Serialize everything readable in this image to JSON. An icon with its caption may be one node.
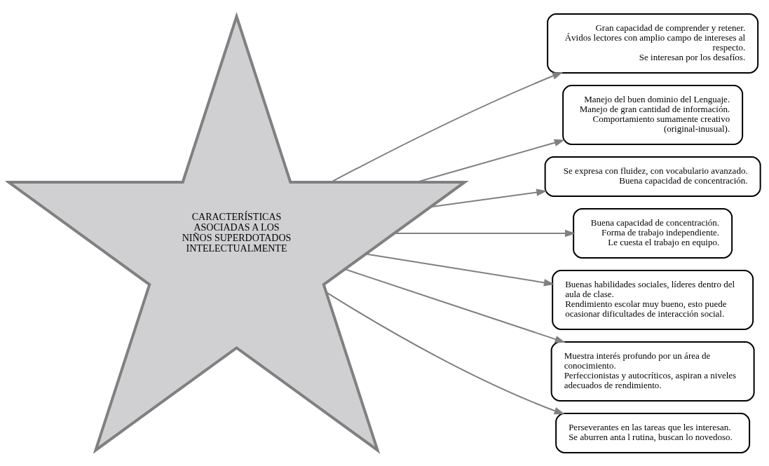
{
  "diagram": {
    "nodes": [
      {
        "text": [
          "CARACTERÍSTICAS ASOCIADAS A LOS NIÑOS SUPERDOTADOS INTELECTUALMENTE"
        ]
      },
      {
        "text": [
          "Gran capacidad de comprender y retener.",
          "Ávidos lectores con amplio campo de intereses al respecto.",
          "Se interesan por los desafíos."
        ]
      },
      {
        "text": [
          "Manejo del buen dominio del Lenguaje.",
          "Manejo de gran cantidad de información.",
          "Comportamiento sumamente creativo (original-inusual)."
        ]
      },
      {
        "text": [
          "Se expresa con fluidez, con vocabulario avanzado.",
          "Buena capacidad de concentración."
        ]
      },
      {
        "text": [
          "Buena capacidad de concentración.",
          "Forma de trabajo independiente.",
          "Le cuesta el trabajo en equipo."
        ]
      },
      {
        "text": [
          "Buenas habilidades sociales, líderes dentro del aula de clase.",
          "Rendimiento escolar muy bueno, esto puede ocasionar dificultades de interacción social."
        ]
      },
      {
        "text": [
          "Muestra interés profundo por un área de conocimiento.",
          "Perfeccionistas y autocríticos, aspiran a niveles adecuados de rendimiento."
        ]
      },
      {
        "text": [
          "Perseverantes en las tareas que les interesan.",
          "Se aburren anta l rutina, buscan lo novedoso."
        ]
      }
    ],
    "edges": [
      {
        "from": 0,
        "to": 1,
        "arrow": "to"
      },
      {
        "from": 0,
        "to": 2,
        "arrow": "to"
      },
      {
        "from": 0,
        "to": 3,
        "arrow": "to"
      },
      {
        "from": 0,
        "to": 4,
        "arrow": "to"
      },
      {
        "from": 0,
        "to": 5,
        "arrow": "to"
      },
      {
        "from": 0,
        "to": 6,
        "arrow": "to"
      },
      {
        "from": 0,
        "to": 7,
        "arrow": "to"
      }
    ]
  }
}
